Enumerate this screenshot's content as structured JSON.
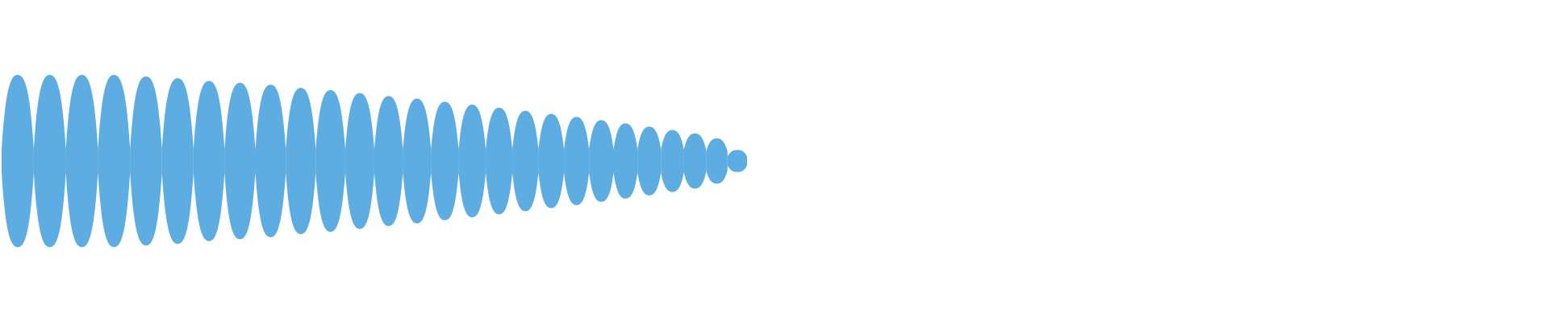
{
  "waveform": {
    "fill_color": "#5dade2",
    "background_color": "#ffffff",
    "played_fraction": 0.4823,
    "lobes": [
      {
        "envelope": 1.0,
        "waist": 0.1333
      },
      {
        "envelope": 1.0,
        "waist": 0.1333
      },
      {
        "envelope": 1.0,
        "waist": 0.1333
      },
      {
        "envelope": 1.0,
        "waist": 0.1333
      },
      {
        "envelope": 0.981,
        "waist": 0.1333
      },
      {
        "envelope": 0.962,
        "waist": 0.1333
      },
      {
        "envelope": 0.93,
        "waist": 0.1333
      },
      {
        "envelope": 0.908,
        "waist": 0.1333
      },
      {
        "envelope": 0.885,
        "waist": 0.1333
      },
      {
        "envelope": 0.849,
        "waist": 0.1333
      },
      {
        "envelope": 0.822,
        "waist": 0.1333
      },
      {
        "envelope": 0.788,
        "waist": 0.1333
      },
      {
        "envelope": 0.755,
        "waist": 0.1333
      },
      {
        "envelope": 0.724,
        "waist": 0.1333
      },
      {
        "envelope": 0.688,
        "waist": 0.1333
      },
      {
        "envelope": 0.654,
        "waist": 0.1333
      },
      {
        "envelope": 0.619,
        "waist": 0.1333
      },
      {
        "envelope": 0.583,
        "waist": 0.1333
      },
      {
        "envelope": 0.547,
        "waist": 0.1333
      },
      {
        "envelope": 0.512,
        "waist": 0.1333
      },
      {
        "envelope": 0.474,
        "waist": 0.1333
      },
      {
        "envelope": 0.437,
        "waist": 0.1333
      },
      {
        "envelope": 0.399,
        "waist": 0.1333
      },
      {
        "envelope": 0.36,
        "waist": 0.1333
      },
      {
        "envelope": 0.32,
        "waist": 0.1333
      },
      {
        "envelope": 0.263,
        "waist": 0.1333
      },
      {
        "envelope": 0.129,
        "waist": 0.1333
      }
    ]
  }
}
